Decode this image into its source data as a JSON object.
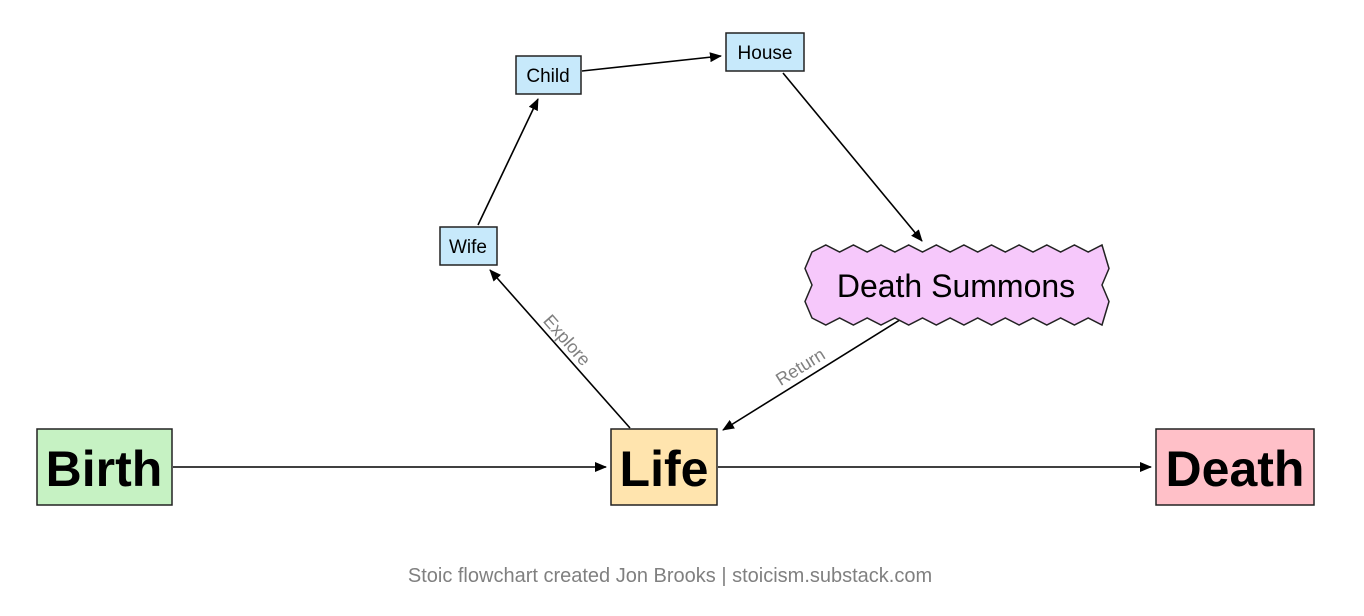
{
  "nodes": {
    "birth": {
      "label": "Birth",
      "color": "#c6f2c3"
    },
    "life": {
      "label": "Life",
      "color": "#ffe4ae"
    },
    "death": {
      "label": "Death",
      "color": "#ffc0c8"
    },
    "wife": {
      "label": "Wife",
      "color": "#c7e9fb"
    },
    "child": {
      "label": "Child",
      "color": "#c7e9fb"
    },
    "house": {
      "label": "House",
      "color": "#c7e9fb"
    },
    "summons": {
      "label": "Death Summons",
      "color": "#f6c8fb"
    }
  },
  "edges": {
    "explore": {
      "label": "Explore"
    },
    "return": {
      "label": "Return"
    }
  },
  "footer": {
    "text": "Stoic flowchart created Jon Brooks | stoicism.substack.com"
  }
}
